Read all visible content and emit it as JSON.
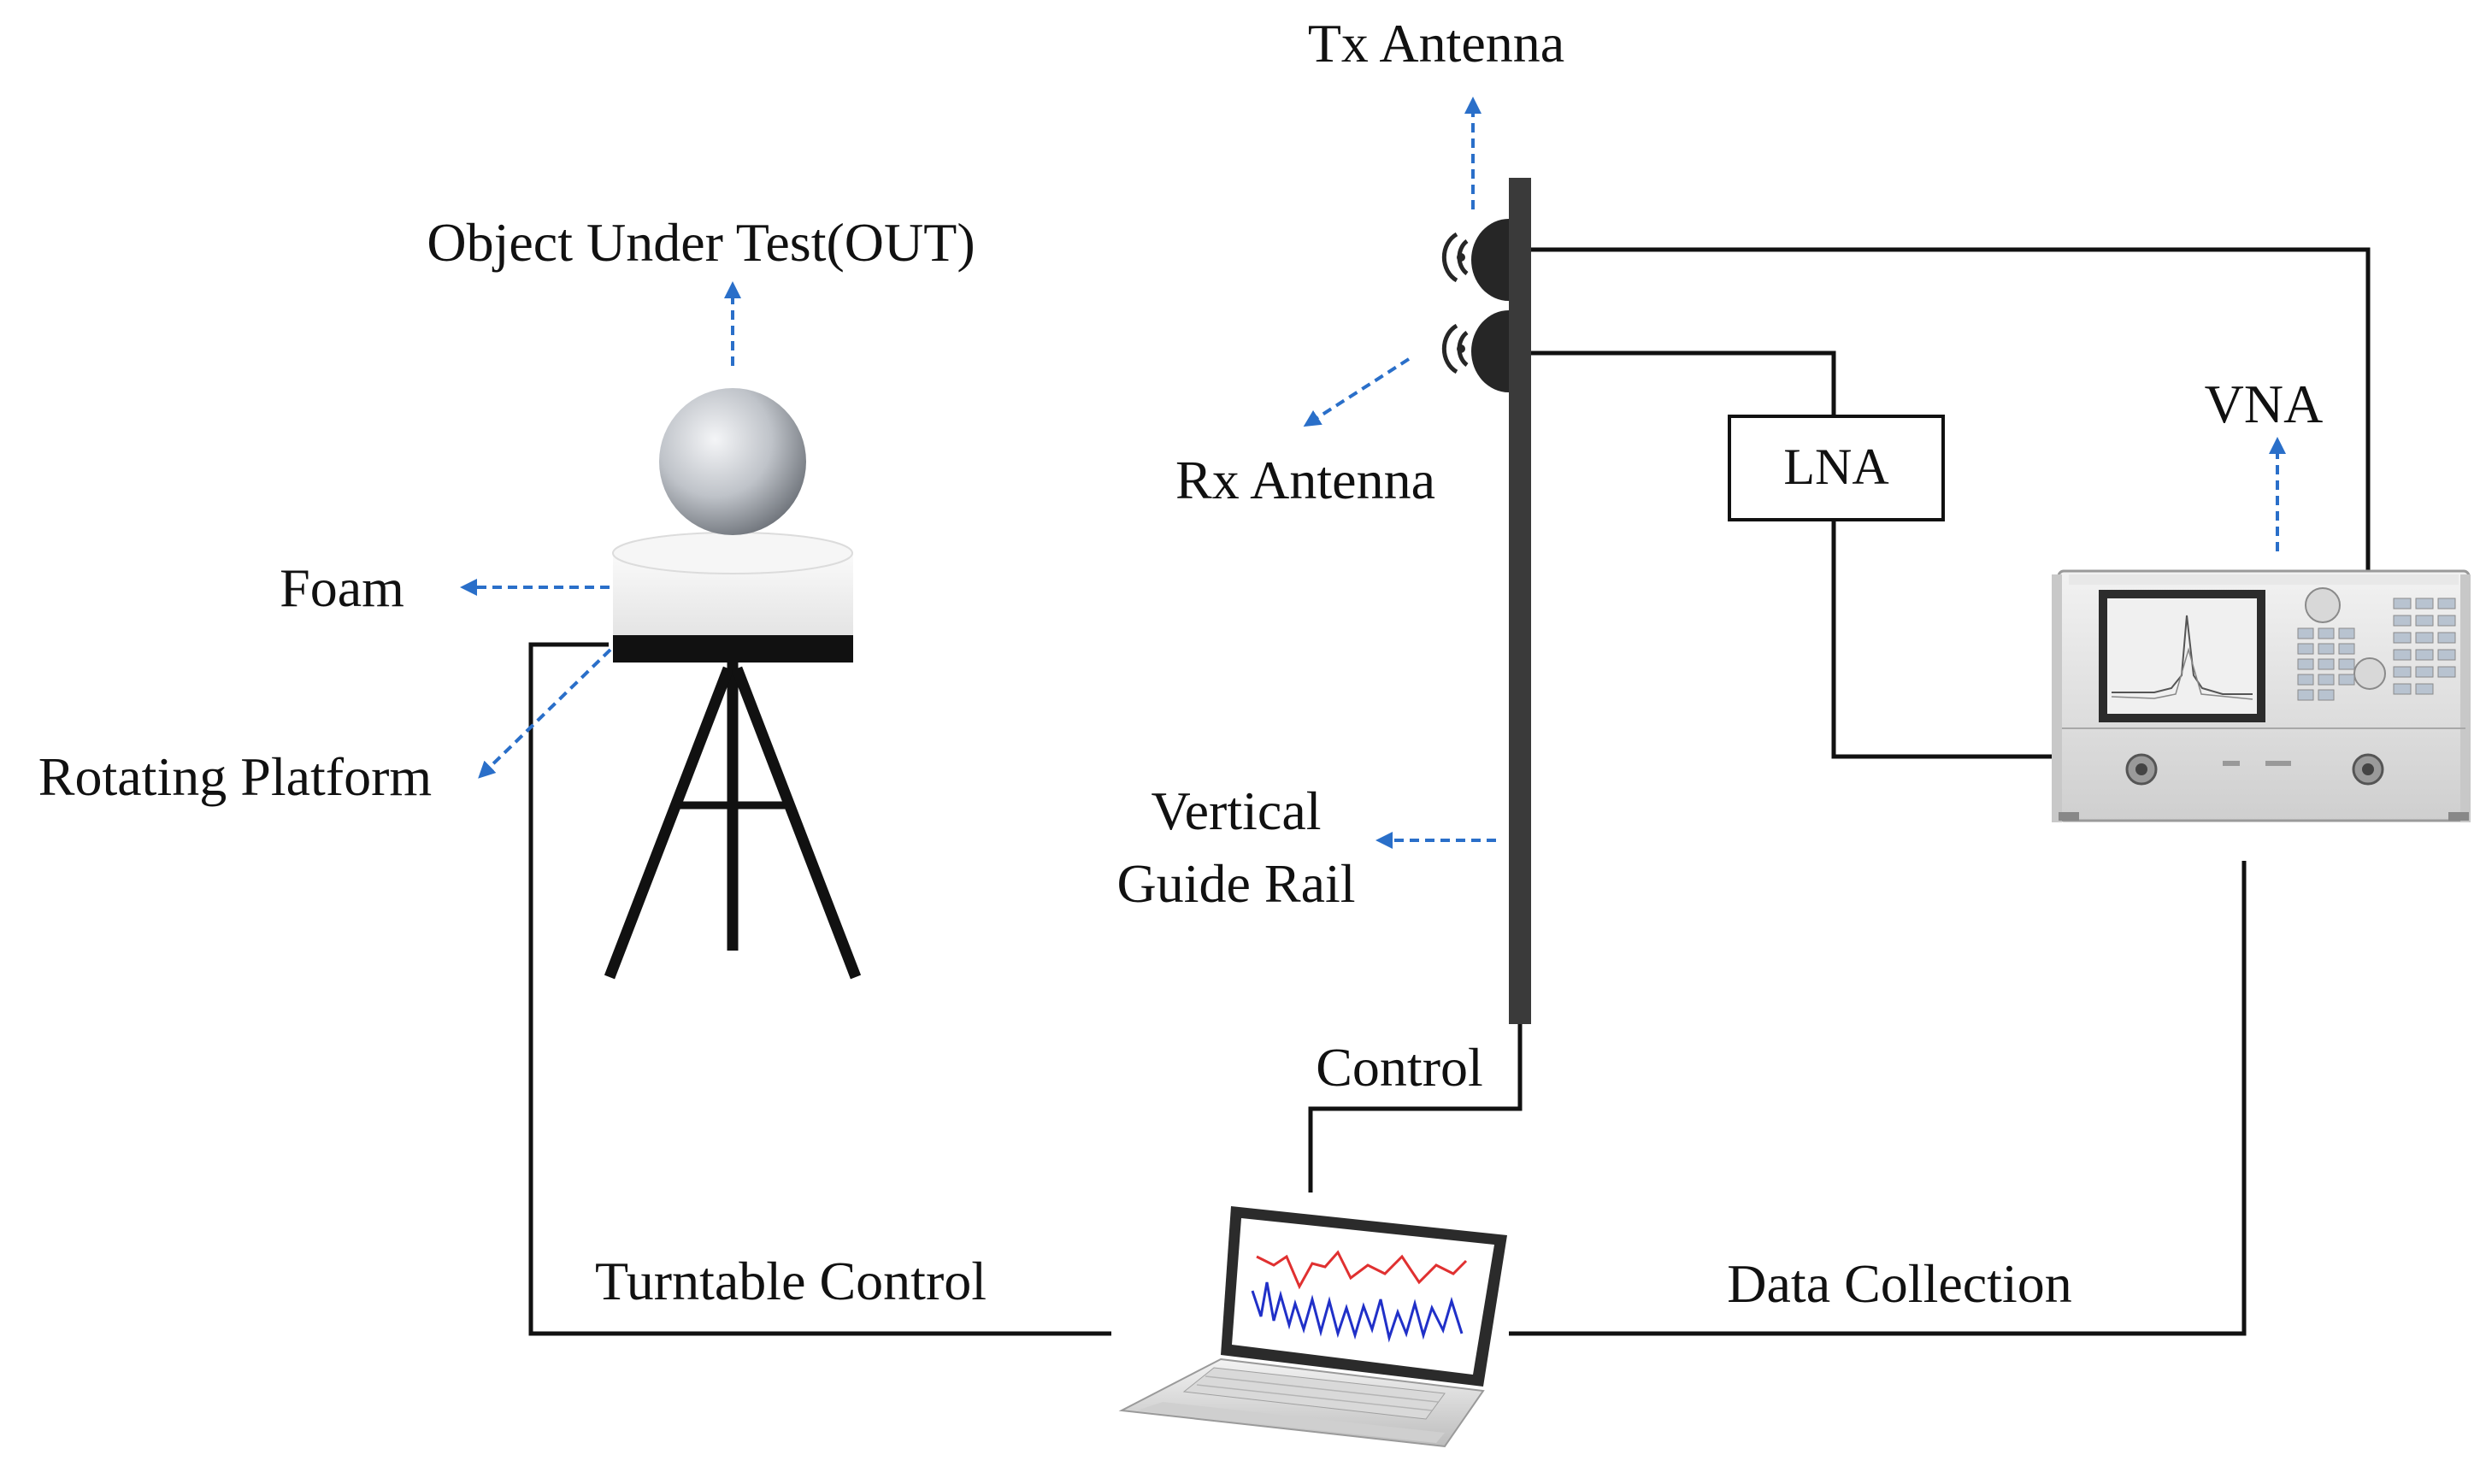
{
  "labels": {
    "tx_antenna": "Tx Antenna",
    "object_under_test": "Object Under Test(OUT)",
    "rx_antenna": "Rx Antenna",
    "vna": "VNA",
    "lna": "LNA",
    "foam": "Foam",
    "rotating_platform": "Rotating Platform",
    "vertical_guide_rail_line1": "Vertical",
    "vertical_guide_rail_line2": "Guide Rail",
    "control": "Control",
    "turntable_control": "Turntable Control",
    "data_collection": "Data Collection"
  },
  "colors": {
    "arrow": "#2a6fc9",
    "wire": "#111111",
    "rail": "#3a3a3a",
    "foam": "#e9e9e9"
  }
}
